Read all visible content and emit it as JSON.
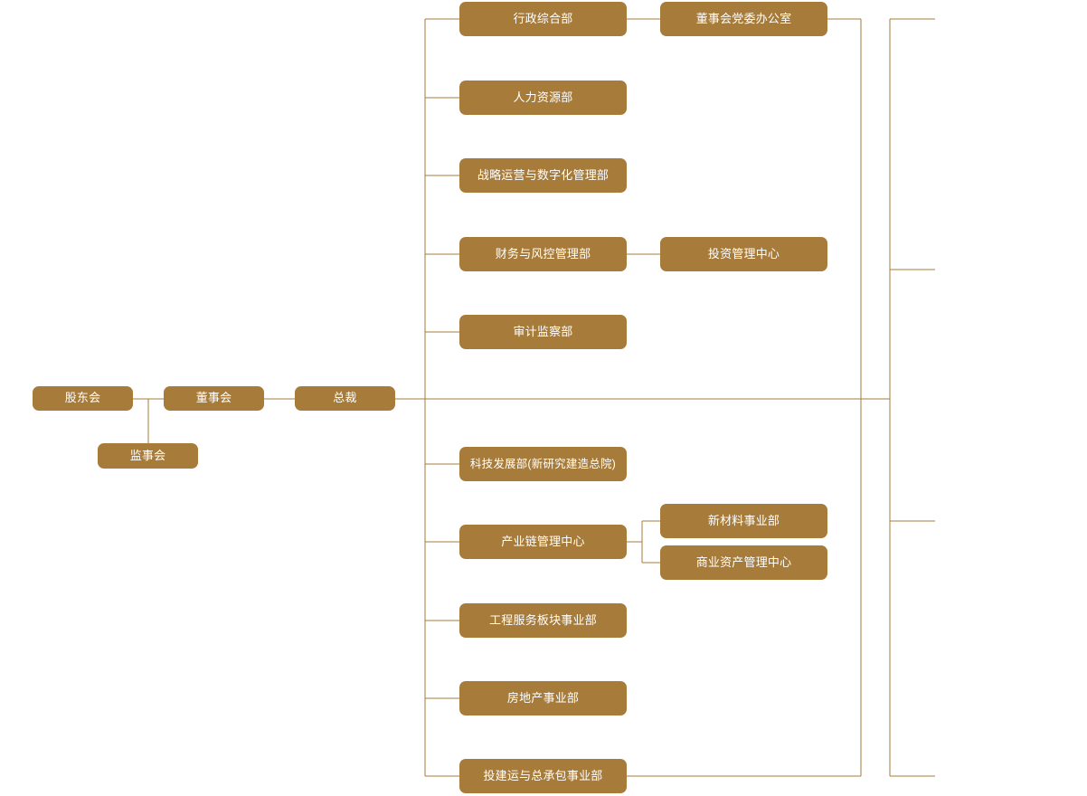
{
  "chart": {
    "type": "org-chart",
    "title": "",
    "colors": {
      "node_fill": "#a77b3a",
      "node_text": "#ffffff",
      "connector": "#a67c3a",
      "background": "#ffffff"
    }
  },
  "governance": {
    "shareholders": {
      "label": "股东会"
    },
    "board": {
      "label": "董事会"
    },
    "supervisors": {
      "label": "监事会"
    },
    "president": {
      "label": "总裁"
    }
  },
  "upper_departments": [
    {
      "label": "行政综合部"
    },
    {
      "label": "人力资源部"
    },
    {
      "label": "战略运营与数字化管理部"
    },
    {
      "label": "财务与风控管理部"
    },
    {
      "label": "审计监察部"
    }
  ],
  "upper_sub_units": [
    {
      "label": "董事会党委办公室",
      "parent": "行政综合部"
    },
    {
      "label": "投资管理中心",
      "parent": "财务与风控管理部"
    }
  ],
  "lower_departments": [
    {
      "label": "科技发展部(新研究建造总院)"
    },
    {
      "label": "产业链管理中心"
    },
    {
      "label": "工程服务板块事业部"
    },
    {
      "label": "房地产事业部"
    },
    {
      "label": "投建运与总承包事业部"
    }
  ],
  "lower_sub_units": [
    {
      "label": "新材料事业部",
      "parent": "产业链管理中心"
    },
    {
      "label": "商业资产管理中心",
      "parent": "产业链管理中心"
    }
  ]
}
